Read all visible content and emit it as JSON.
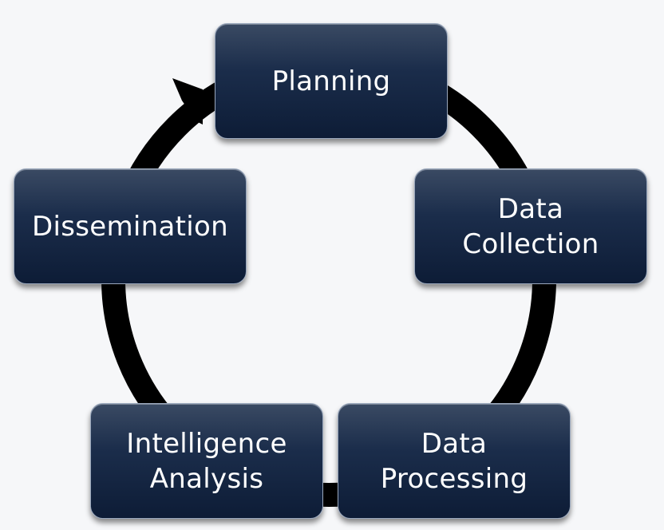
{
  "diagram": {
    "type": "cycle",
    "nodes": [
      {
        "id": "planning",
        "label": "Planning"
      },
      {
        "id": "data-collection",
        "label": "Data\nCollection"
      },
      {
        "id": "data-processing",
        "label": "Data\nProcessing"
      },
      {
        "id": "intelligence-analysis",
        "label": "Intelligence\nAnalysis"
      },
      {
        "id": "dissemination",
        "label": "Dissemination"
      }
    ],
    "edges": [
      {
        "from": "planning",
        "to": "data-collection"
      },
      {
        "from": "data-collection",
        "to": "data-processing"
      },
      {
        "from": "data-processing",
        "to": "intelligence-analysis"
      },
      {
        "from": "intelligence-analysis",
        "to": "dissemination"
      },
      {
        "from": "dissemination",
        "to": "planning"
      }
    ],
    "colors": {
      "background": "#f6f7f9",
      "node_fill": "#13233f",
      "node_text": "#ffffff",
      "ring": "#000000"
    }
  }
}
